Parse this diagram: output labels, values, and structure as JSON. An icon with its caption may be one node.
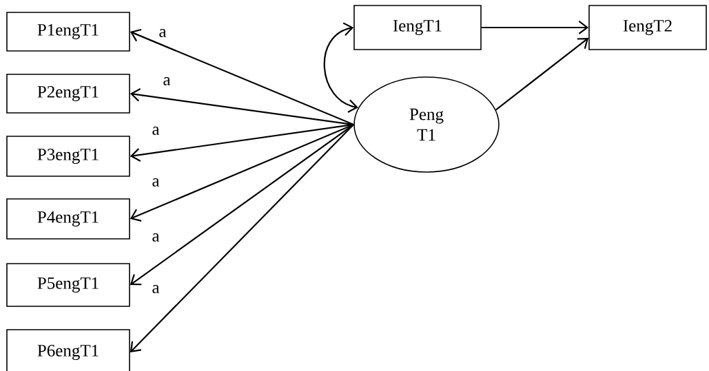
{
  "diagram": {
    "nodes": [
      {
        "text": [
          "P1engT1"
        ]
      },
      {
        "text": [
          "P2engT1"
        ]
      },
      {
        "text": [
          "P3engT1"
        ]
      },
      {
        "text": [
          "P4engT1"
        ]
      },
      {
        "text": [
          "P5engT1"
        ]
      },
      {
        "text": [
          "P6engT1"
        ]
      },
      {
        "text": [
          "IengT1"
        ]
      },
      {
        "text": [
          "Peng T1"
        ]
      },
      {
        "text": [
          "IengT2"
        ]
      }
    ],
    "edges": [
      {
        "from": 7,
        "to": 0,
        "arrow": "to",
        "label": "a"
      },
      {
        "from": 7,
        "to": 1,
        "arrow": "to",
        "label": "a"
      },
      {
        "from": 7,
        "to": 2,
        "arrow": "to",
        "label": "a"
      },
      {
        "from": 7,
        "to": 3,
        "arrow": "to",
        "label": "a"
      },
      {
        "from": 7,
        "to": 4,
        "arrow": "to",
        "label": "a"
      },
      {
        "from": 7,
        "to": 5,
        "arrow": "to",
        "label": "a"
      },
      {
        "from": 6,
        "to": 7,
        "arrow": "both"
      },
      {
        "from": 6,
        "to": 8,
        "arrow": "to"
      },
      {
        "from": 7,
        "to": 8,
        "arrow": "to"
      }
    ]
  }
}
